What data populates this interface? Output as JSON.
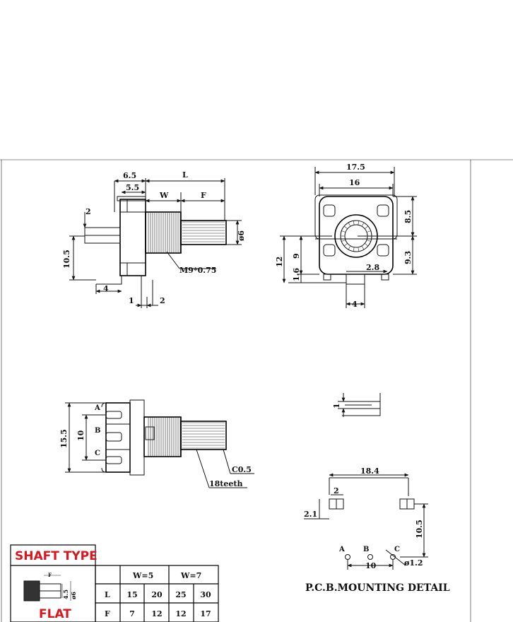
{
  "side_view": {
    "dim_6_5": "6.5",
    "dim_5_5": "5.5",
    "dim_L": "L",
    "dim_W": "W",
    "dim_F": "F",
    "dim_2": "2",
    "dim_10_5": "10.5",
    "dim_4": "4",
    "dim_1": "1",
    "dim_2b": "2",
    "dim_d6": "ø6",
    "thread": "M9*0.75"
  },
  "front_view": {
    "dim_17_5": "17.5",
    "dim_16": "16",
    "dim_8_5": "8.5",
    "dim_9_3": "9.3",
    "dim_12": "12",
    "dim_9": "9",
    "dim_1_6": "1.6",
    "dim_2_8": "2.8",
    "dim_4": "4"
  },
  "top_view": {
    "pin_A": "A",
    "pin_B": "B",
    "pin_C": "C",
    "dim_15_5": "15.5",
    "dim_10": "10",
    "chamfer": "C0.5",
    "teeth": "18teeth"
  },
  "pin_detail": {
    "dim_1": "1"
  },
  "pcb": {
    "dim_18_4": "18.4",
    "dim_2": "2",
    "dim_2_1": "2.1",
    "dim_10_5": "10.5",
    "dim_10": "10",
    "hole": "ø1.2",
    "pin_A": "A",
    "pin_B": "B",
    "pin_C": "C",
    "title": "P.C.B.MOUNTING DETAIL"
  },
  "shaft_table": {
    "title": "SHAFT TYPE",
    "type": "FLAT",
    "icon_F": "F",
    "icon_d6": "ø6",
    "icon_4_5": "4.5",
    "header_w5": "W=5",
    "header_w7": "W=7",
    "row_L_label": "L",
    "row_L_values": [
      "15",
      "20",
      "25",
      "30"
    ],
    "row_F_label": "F",
    "row_F_values": [
      "7",
      "12",
      "12",
      "17"
    ]
  }
}
